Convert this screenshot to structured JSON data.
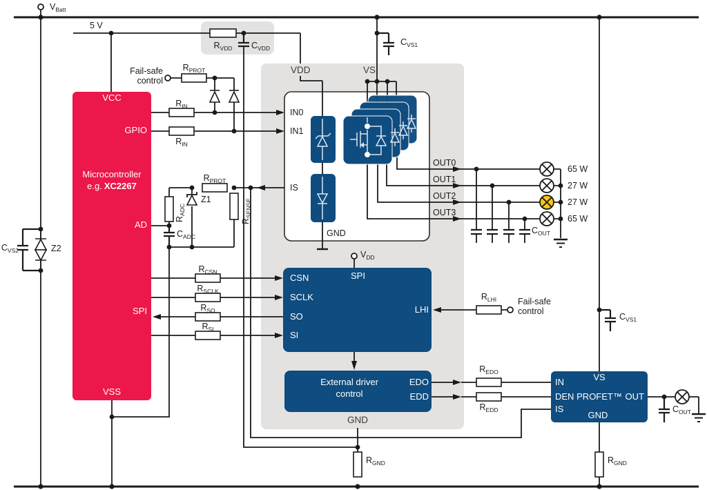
{
  "colors": {
    "red": "#EC174B",
    "blue": "#0F4C7F",
    "panel": "#E4E2E0",
    "lamp_yellow": "#F5C518",
    "wire": "#1A1A1A"
  },
  "power": {
    "vbatt": {
      "base": "V",
      "sub": "Batt"
    },
    "five_v": "5 V",
    "failsafe_top": {
      "line1": "Fail-safe",
      "line2": "control"
    },
    "failsafe_right": {
      "line1": "Fail-safe",
      "line2": "control"
    }
  },
  "res": {
    "r_vdd": {
      "base": "R",
      "sub": "VDD"
    },
    "c_vdd": {
      "base": "C",
      "sub": "VDD"
    },
    "r_prot_top": {
      "base": "R",
      "sub": "PROT"
    },
    "r_in_a": {
      "base": "R",
      "sub": "IN"
    },
    "r_in_b": {
      "base": "R",
      "sub": "IN"
    },
    "c_vs1_a": {
      "base": "C",
      "sub": "VS1"
    },
    "r_adc": {
      "base": "R",
      "sub": "ADC"
    },
    "c_adc": {
      "base": "C",
      "sub": "ADC"
    },
    "z1": "Z1",
    "r_sense": {
      "base": "R",
      "sub": "SENSE"
    },
    "r_prot_is": {
      "base": "R",
      "sub": "PROT"
    },
    "c_vs2": {
      "base": "C",
      "sub": "VS2"
    },
    "z2": "Z2",
    "c_out_bank": {
      "base": "C",
      "sub": "OUT"
    },
    "r_csn": {
      "base": "R",
      "sub": "CSN"
    },
    "r_sclk": {
      "base": "R",
      "sub": "SCLK"
    },
    "r_so": {
      "base": "R",
      "sub": "SO"
    },
    "r_si": {
      "base": "R",
      "sub": "SI"
    },
    "r_lhi": {
      "base": "R",
      "sub": "LHI"
    },
    "r_edo": {
      "base": "R",
      "sub": "EDO"
    },
    "r_edd": {
      "base": "R",
      "sub": "EDD"
    },
    "r_gnd_a": {
      "base": "R",
      "sub": "GND"
    },
    "c_vs1_b": {
      "base": "C",
      "sub": "VS1"
    },
    "c_out_single": {
      "base": "C",
      "sub": "OUT"
    },
    "r_gnd_b": {
      "base": "R",
      "sub": "GND"
    }
  },
  "mcu": {
    "vcc": "VCC",
    "gpio": "GPIO",
    "line1": "Microcontroller",
    "line2_prefix": "e.g.",
    "line2_bold": "XC2267",
    "ad": "AD",
    "spi": "SPI",
    "vss": "VSS"
  },
  "chip": {
    "vdd": "VDD",
    "vs": "VS",
    "in0": "IN0",
    "in1": "IN1",
    "is": "IS",
    "gnd": "GND",
    "outputs": [
      "OUT0",
      "OUT1",
      "OUT2",
      "OUT3"
    ]
  },
  "loads": [
    {
      "power": "65 W"
    },
    {
      "power": "27 W"
    },
    {
      "power": "27 W"
    },
    {
      "power": "65 W"
    }
  ],
  "spi_block": {
    "title": "SPI",
    "csn": "CSN",
    "sclk": "SCLK",
    "so": "SO",
    "si": "SI",
    "lhi": "LHI",
    "vdd_term": {
      "base": "V",
      "sub": "DD"
    }
  },
  "ext": {
    "line1": "External driver",
    "line2": "control",
    "edo": "EDO",
    "edd": "EDD"
  },
  "panel": {
    "gnd": "GND"
  },
  "profet": {
    "vs": "VS",
    "in": "IN",
    "den": "DEN",
    "is": "IS",
    "name": "PROFET™",
    "out": "OUT",
    "gnd": "GND"
  }
}
